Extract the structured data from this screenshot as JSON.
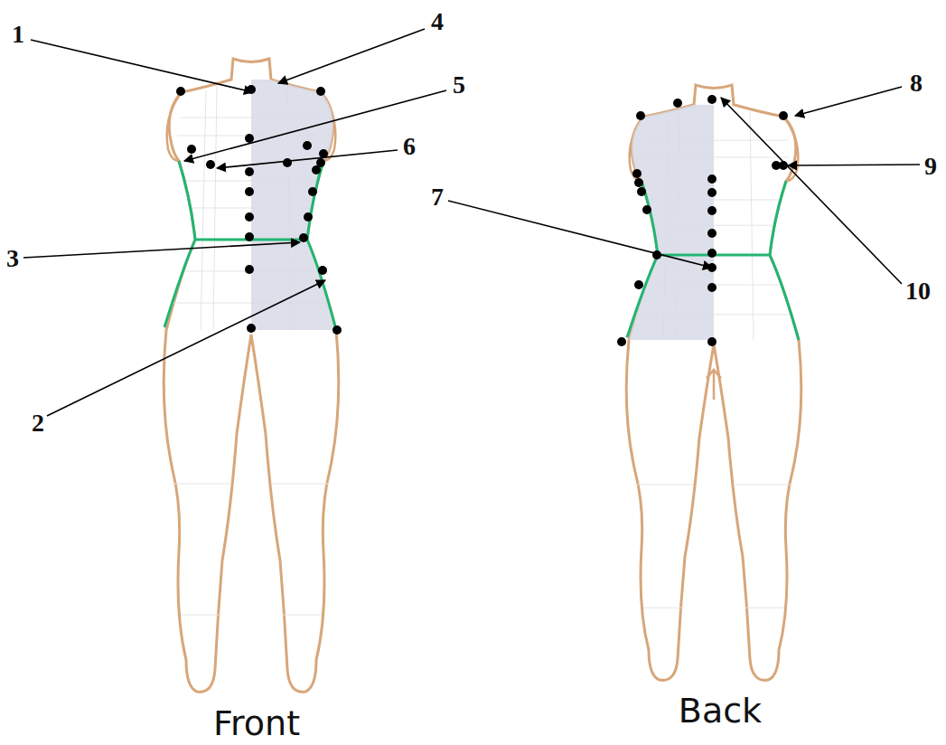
{
  "diagram": {
    "labels": [
      "1",
      "4",
      "5",
      "6",
      "3",
      "2",
      "7",
      "8",
      "9",
      "10",
      "Front",
      "Back"
    ]
  }
}
